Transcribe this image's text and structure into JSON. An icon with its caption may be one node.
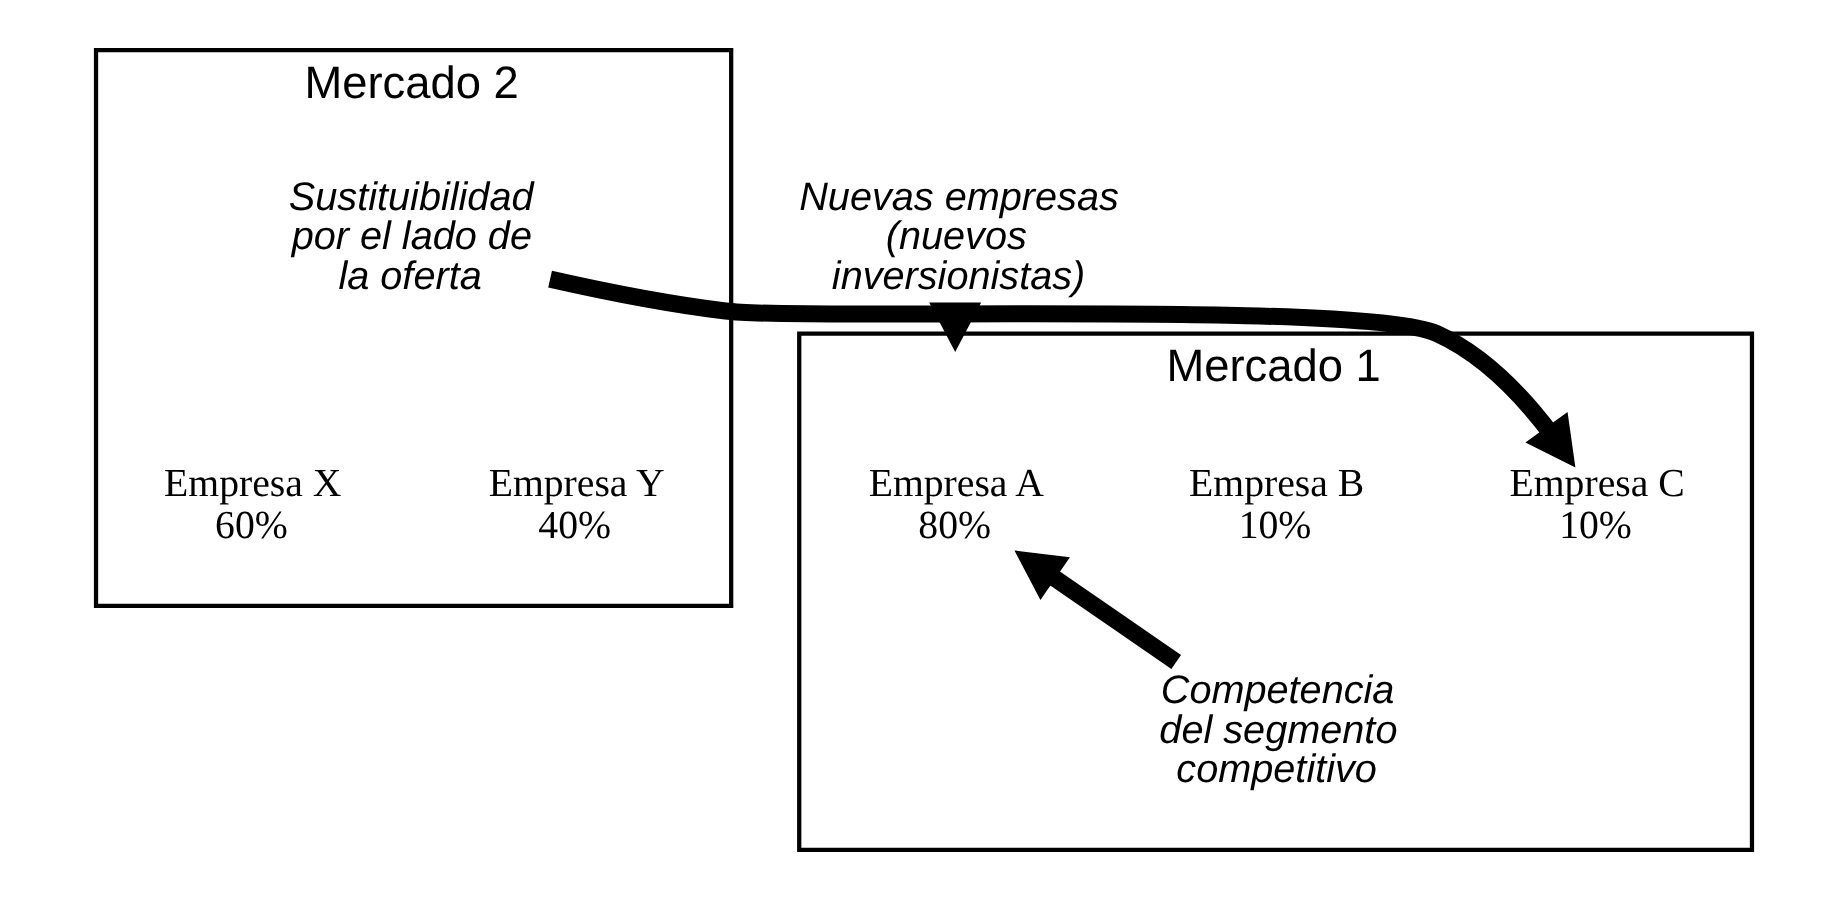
{
  "diagram": {
    "nodes": [
      {
        "text": [
          "Mercado 1"
        ]
      },
      {
        "text": [
          "Empresa A",
          "80%"
        ],
        "in": 0
      },
      {
        "text": [
          "Empresa B",
          "10%"
        ],
        "in": 0
      },
      {
        "text": [
          "Empresa C",
          "10%"
        ],
        "in": 0
      },
      {
        "text": [
          "Competencia del segmento competitivo"
        ],
        "in": 0
      },
      {
        "text": [
          "Mercado 2"
        ]
      },
      {
        "text": [
          "Sustituibilidad por el lado de la oferta"
        ],
        "in": 5
      },
      {
        "text": [
          "Empresa X",
          "60%"
        ],
        "in": 5
      },
      {
        "text": [
          "Empresa Y",
          "40%"
        ],
        "in": 5
      },
      {
        "text": [
          "Nuevas empresas (nuevos inversionistas)"
        ]
      }
    ],
    "edges": [
      {
        "from": 9,
        "to": 0,
        "arrow": "to"
      },
      {
        "from": 6,
        "to": 3,
        "arrow": "to"
      },
      {
        "from": 4,
        "to": 1,
        "arrow": "to"
      }
    ]
  }
}
